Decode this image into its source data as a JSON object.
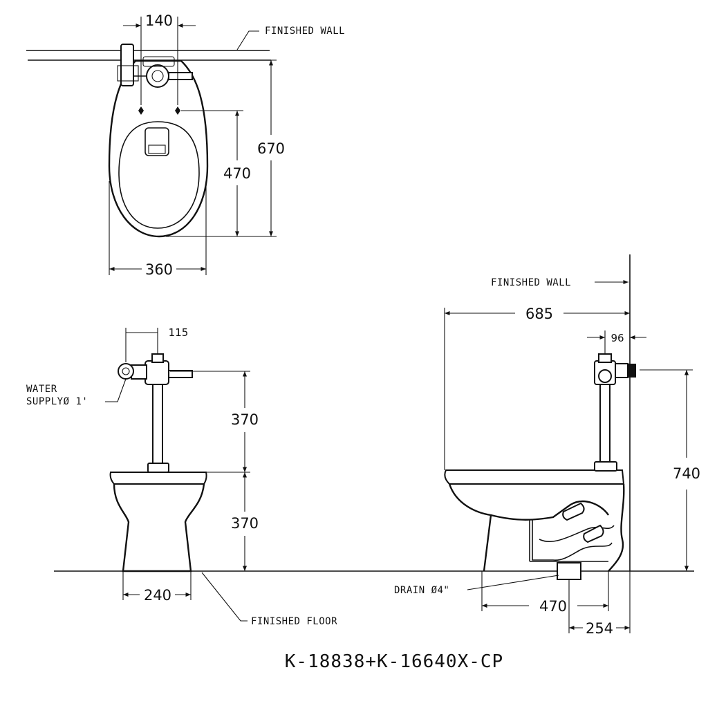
{
  "labels": {
    "finished_wall_top": "FINISHED WALL",
    "finished_wall_side": "FINISHED WALL",
    "water_supply_line1": "WATER",
    "water_supply_line2": "SUPPLYØ 1'",
    "drain": "DRAIN Ø4\"",
    "finished_floor": "FINISHED FLOOR"
  },
  "dimensions": {
    "top_flush_spacing": "140",
    "top_depth": "670",
    "top_bowl_center": "470",
    "top_width": "360",
    "front_valve_offset": "115",
    "front_upper_height": "370",
    "front_lower_height": "370",
    "front_base_width": "240",
    "side_depth": "685",
    "side_valve_offset": "96",
    "side_supply_height": "740",
    "side_drain_to_front": "470",
    "side_drain_to_wall": "254"
  },
  "model": "K-18838+K-16640X-CP"
}
